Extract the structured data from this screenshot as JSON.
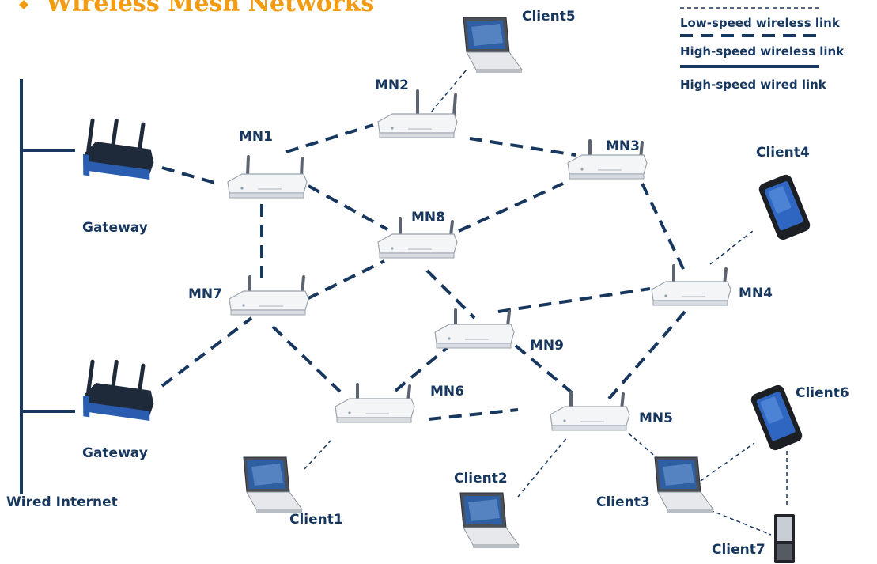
{
  "title": "Wireless Mesh Networks",
  "legend": {
    "low_speed": "Low-speed wireless link",
    "high_speed_wireless": "High-speed wireless link",
    "high_speed_wired": "High-speed wired link"
  },
  "wired_internet": "Wired Internet",
  "gateways": [
    "Gateway",
    "Gateway"
  ],
  "mesh_nodes": [
    "MN1",
    "MN2",
    "MN3",
    "MN4",
    "MN5",
    "MN6",
    "MN7",
    "MN8",
    "MN9"
  ],
  "clients": [
    "Client1",
    "Client2",
    "Client3",
    "Client4",
    "Client5",
    "Client6",
    "Client7"
  ],
  "colors": {
    "line": "#17375e",
    "title": "#f39c12",
    "router_blue": "#2a5db0"
  }
}
